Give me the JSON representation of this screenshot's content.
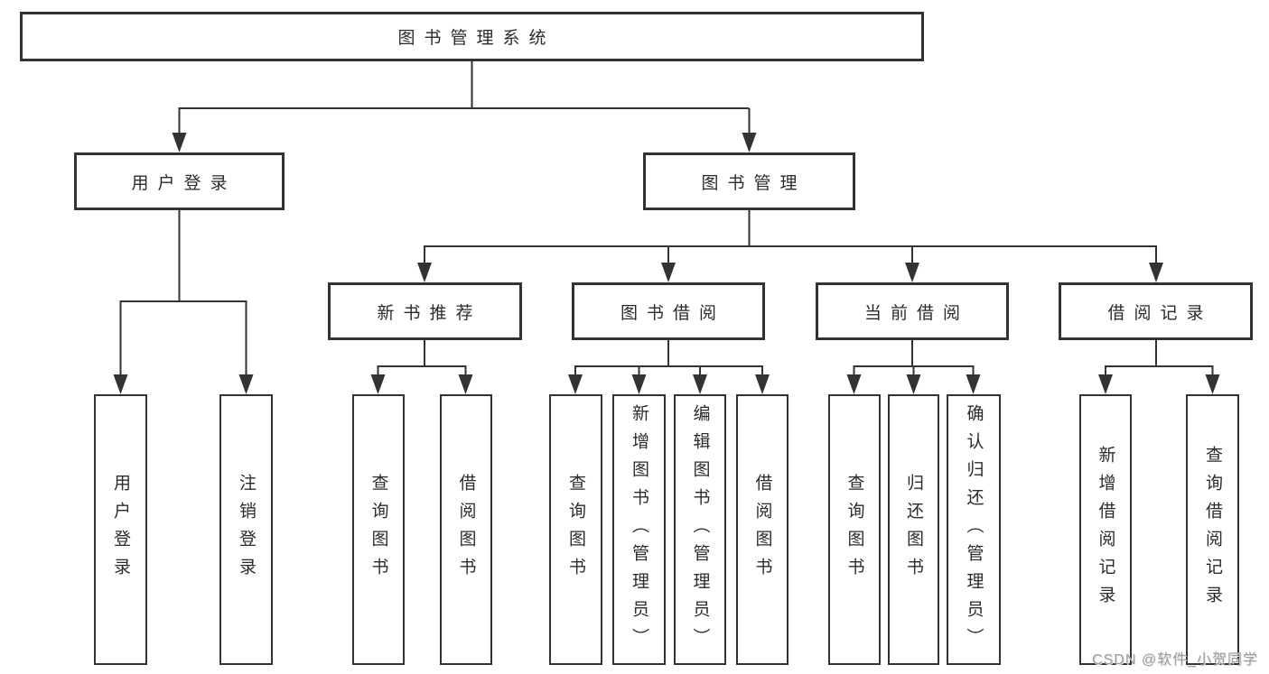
{
  "diagram_title": "图书管理系统",
  "colors": {
    "line": "#333333",
    "box_border": "#333333",
    "box_background": "#ffffff",
    "text": "#2b2b2b",
    "watermark": "#9b9b9b"
  },
  "nodes": {
    "root": "图书管理系统",
    "user_login": "用户登录",
    "book_management": "图书管理",
    "new_book_recommend": "新书推荐",
    "book_borrow": "图书借阅",
    "current_borrow": "当前借阅",
    "borrow_records": "借阅记录",
    "leaf_user_login": "用户登录",
    "leaf_logout": "注销登录",
    "leaf_query_book_recommend": "查询图书",
    "leaf_borrow_book_recommend": "借阅图书",
    "leaf_query_book_borrow": "查询图书",
    "leaf_add_book_admin": "新增图书（管理员）",
    "leaf_edit_book_admin": "编辑图书（管理员）",
    "leaf_borrow_book": "借阅图书",
    "leaf_query_book_current": "查询图书",
    "leaf_return_book": "归还图书",
    "leaf_confirm_return_admin": "确认归还（管理员）",
    "leaf_add_borrow_record": "新增借阅记录",
    "leaf_query_borrow_record": "查询借阅记录"
  },
  "watermark": "CSDN @软件_小贺同学"
}
